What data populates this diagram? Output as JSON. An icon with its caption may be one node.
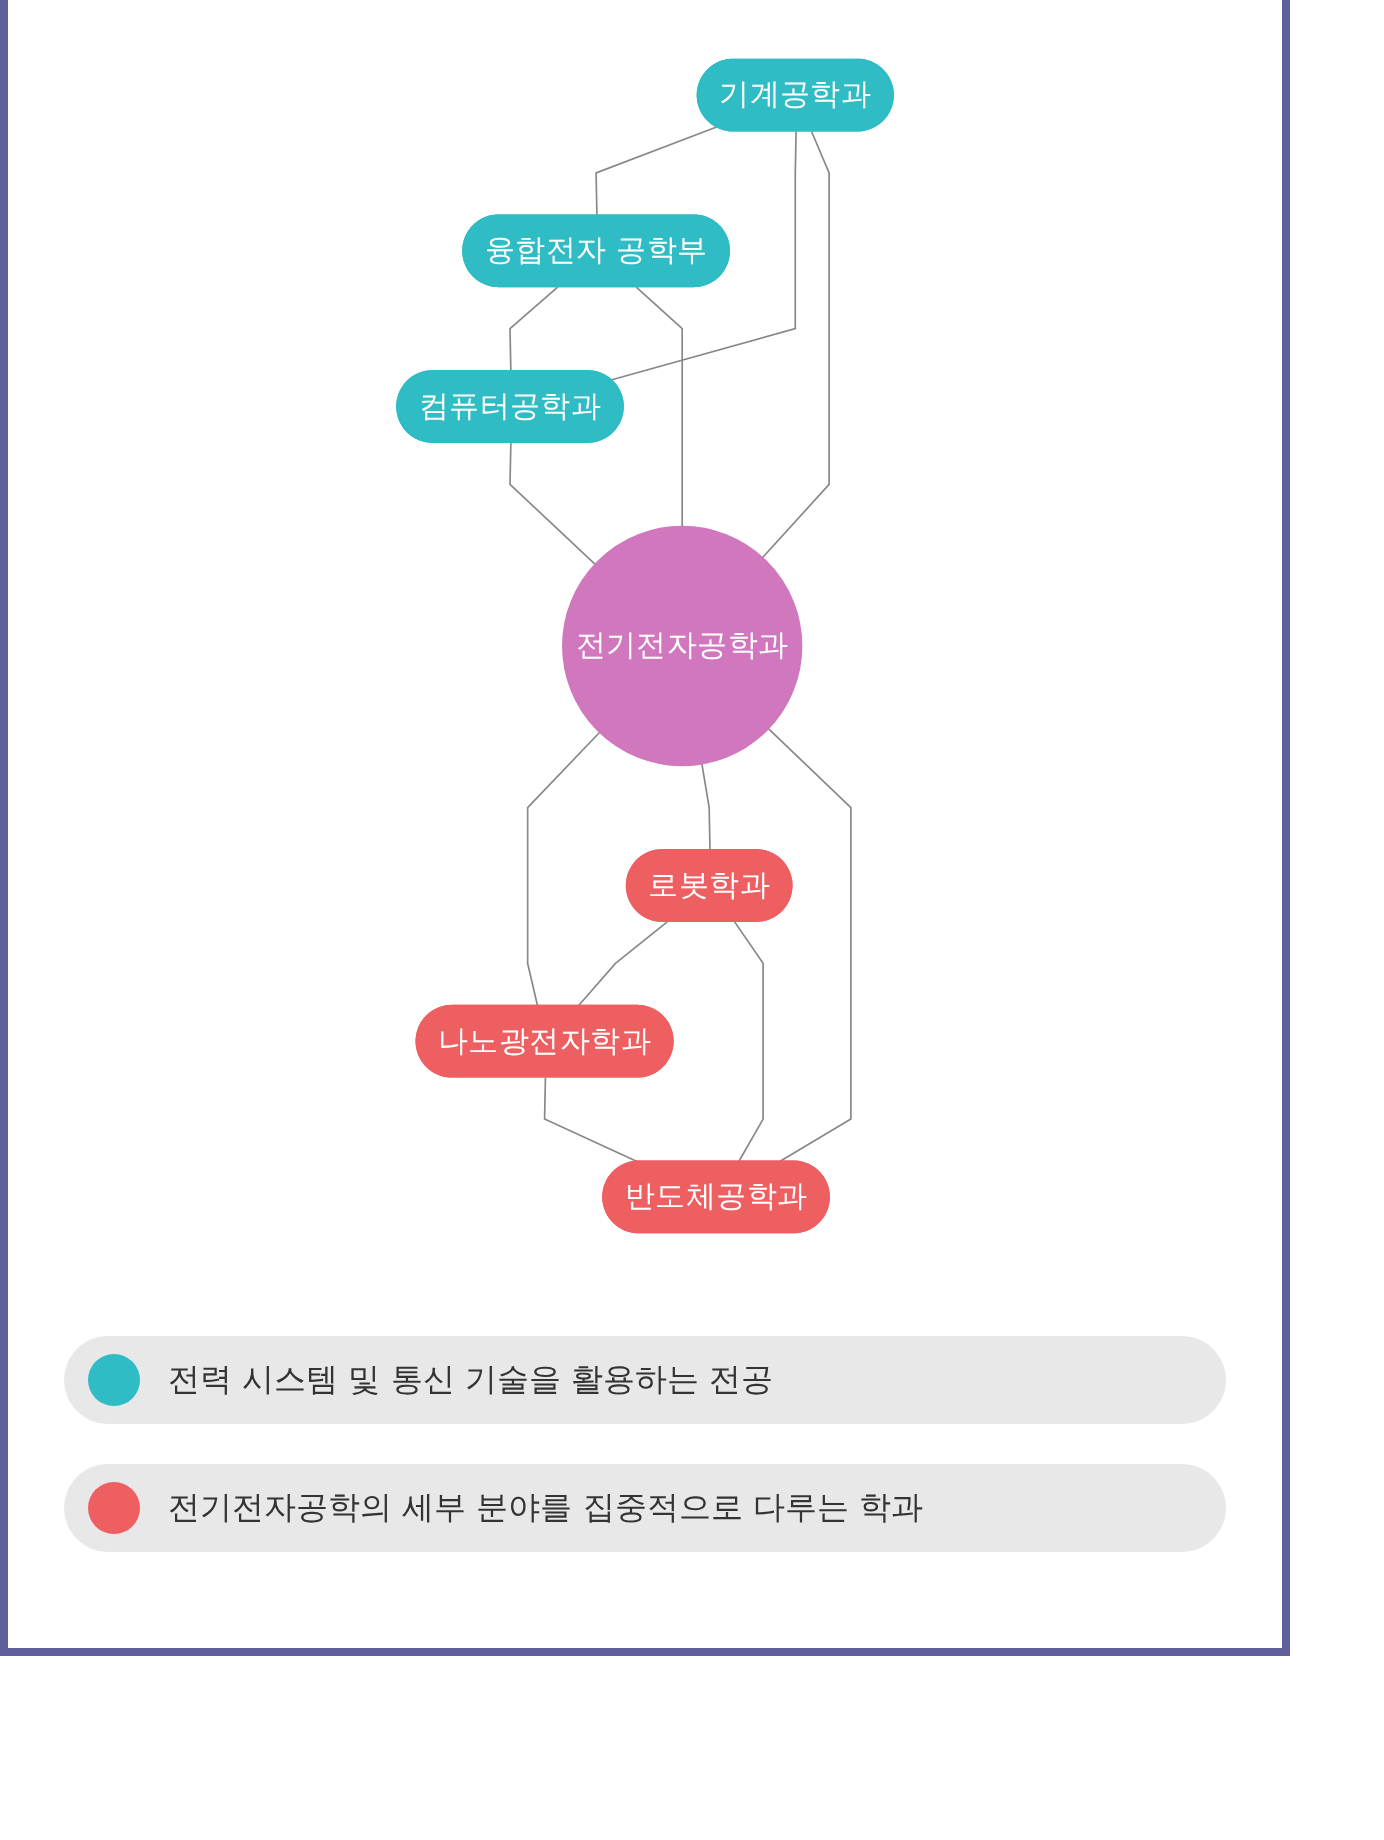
{
  "diagram": {
    "nodes": [
      {
        "text": [
          "기계공학과"
        ]
      },
      {
        "text": [
          "융합전자 공학부"
        ]
      },
      {
        "text": [
          "컴퓨터공학과"
        ]
      },
      {
        "text": [
          "전기전자공학과"
        ]
      },
      {
        "text": [
          "나노광전자학과"
        ]
      },
      {
        "text": [
          "로봇학과"
        ]
      },
      {
        "text": [
          "반도체공학과"
        ]
      }
    ],
    "edges": [
      {
        "from": 0,
        "to": 1,
        "arrow": "none"
      },
      {
        "from": 0,
        "to": 2,
        "arrow": "none"
      },
      {
        "from": 0,
        "to": 3,
        "arrow": "none"
      },
      {
        "from": 1,
        "to": 2,
        "arrow": "none"
      },
      {
        "from": 1,
        "to": 3,
        "arrow": "none"
      },
      {
        "from": 2,
        "to": 3,
        "arrow": "none"
      },
      {
        "from": 3,
        "to": 4,
        "arrow": "none"
      },
      {
        "from": 3,
        "to": 5,
        "arrow": "none"
      },
      {
        "from": 3,
        "to": 6,
        "arrow": "none"
      },
      {
        "from": 5,
        "to": 4,
        "arrow": "none"
      },
      {
        "from": 5,
        "to": 6,
        "arrow": "none"
      },
      {
        "from": 4,
        "to": 6,
        "arrow": "none"
      }
    ],
    "legend": [
      {
        "text": "전력 시스템 및 통신 기술을 활용하는 전공",
        "color": "#2fbcc4"
      },
      {
        "text": "전기전자공학의 세부 분야를 집중적으로 다루는 학과",
        "color": "#ee5f62"
      }
    ]
  }
}
